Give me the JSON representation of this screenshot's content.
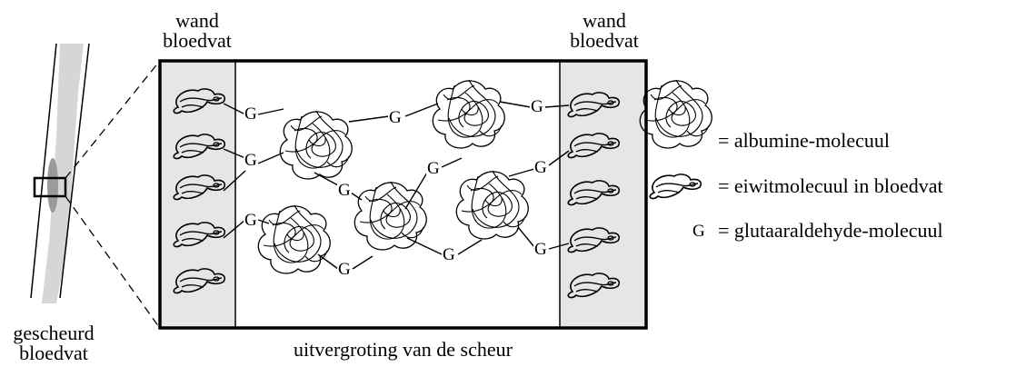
{
  "labels": {
    "wall_left_1": "wand",
    "wall_left_2": "bloedvat",
    "wall_right_1": "wand",
    "wall_right_2": "bloedvat",
    "torn_1": "gescheurd",
    "torn_2": "bloedvat",
    "zoom_caption": "uitvergroting van de scheur"
  },
  "legend": {
    "albumine": "= albumine-molecuul",
    "eiwit": "= eiwitmolecuul in bloedvat",
    "glut_symbol": "G",
    "glut": "= glutaaraldehyde-molecuul"
  },
  "glut_symbol": "G",
  "colors": {
    "wall_fill": "#e6e6e6",
    "vessel_fill": "#d9d9d9",
    "stroke": "#000000"
  }
}
